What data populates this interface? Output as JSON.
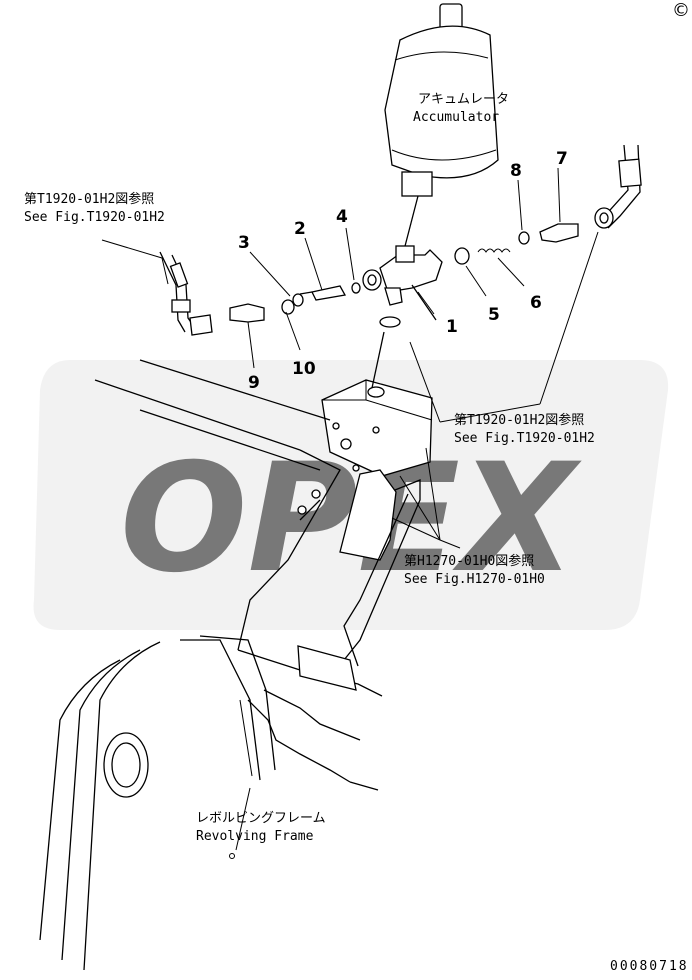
{
  "labels": {
    "accumulator_jp": "アキュムレータ",
    "accumulator_en": "Accumulator",
    "ref_left_jp": "第T1920-01H2図参照",
    "ref_left_en": "See Fig.T1920-01H2",
    "ref_right_jp": "第T1920-01H2図参照",
    "ref_right_en": "See Fig.T1920-01H2",
    "ref_h1270_jp": "第H1270-01H0図参照",
    "ref_h1270_en": "See Fig.H1270-01H0",
    "frame_jp": "レボルビングフレーム",
    "frame_en": "Revolving Frame",
    "drawing_number": "00080718",
    "watermark": "OPEX",
    "copyright": "©"
  },
  "callouts": {
    "c1": "1",
    "c2": "2",
    "c3": "3",
    "c4": "4",
    "c5": "5",
    "c6": "6",
    "c7": "7",
    "c8": "8",
    "c9": "9",
    "c10": "10"
  },
  "colors": {
    "line": "#000000",
    "background": "#ffffff",
    "watermark": "#d9d9d9"
  }
}
